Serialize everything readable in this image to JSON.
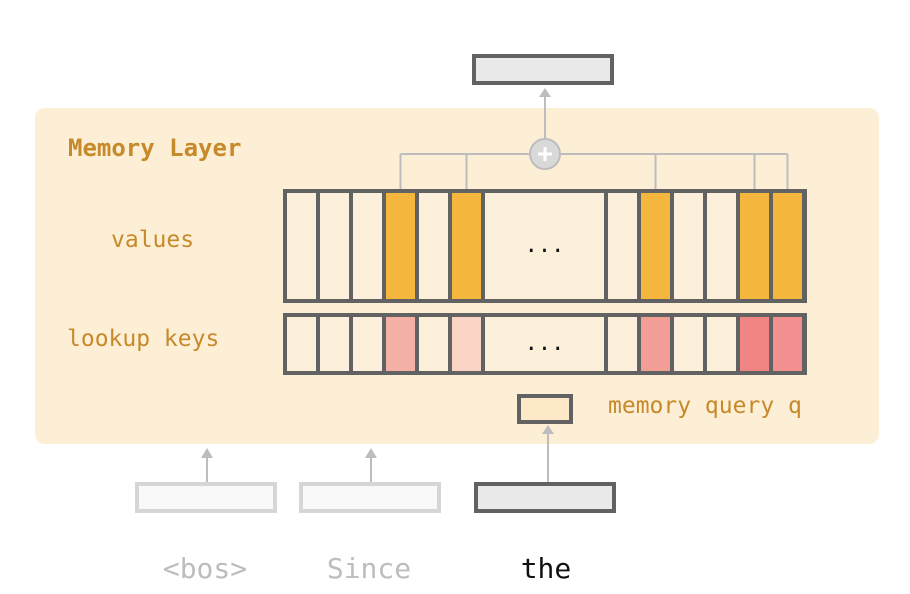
{
  "title": "Memory Layer",
  "labels": {
    "values": "values",
    "keys": "lookup keys",
    "query": "memory query q",
    "ellipsis": "..."
  },
  "tokens": [
    {
      "text": "<bos>",
      "state": "inactive"
    },
    {
      "text": "Since",
      "state": "inactive"
    },
    {
      "text": "the",
      "state": "active"
    }
  ],
  "colors": {
    "panel": "#fdeed6",
    "label": "#c68a2a",
    "border": "#626262",
    "value_selected": "#f5b63e",
    "cell_empty": "#fdf0da",
    "connector": "#bdbdbd"
  },
  "cells": {
    "left_count": 6,
    "right_count": 6,
    "value_selected_left": [
      3,
      5
    ],
    "value_selected_right": [
      1,
      4,
      5
    ],
    "key_colors_left": {
      "3": "#f5b0a6",
      "5": "#f9d4c4"
    },
    "key_colors_right": {
      "1": "#f29e96",
      "4": "#f08583",
      "5": "#f29090"
    }
  }
}
